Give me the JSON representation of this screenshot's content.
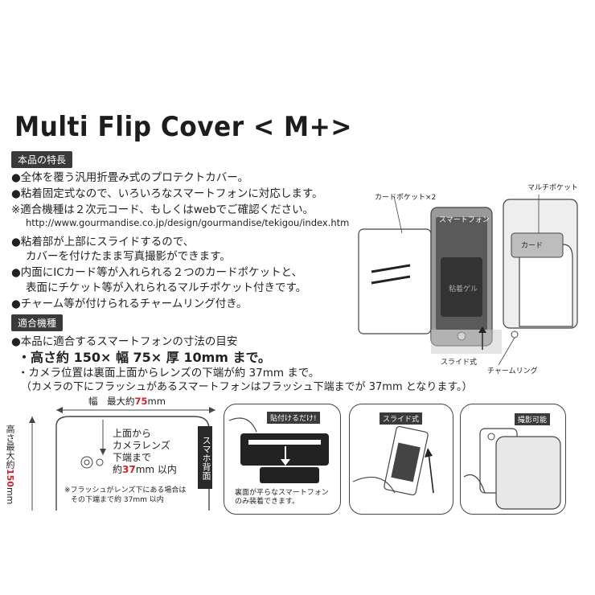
{
  "title": "Multi Flip Cover < M+>",
  "features": {
    "heading": "本品の特長",
    "items": [
      "●全体を覆う汎用折畳み式のプロテクトカバー。",
      "●粘着固定式なので、いろいろなスマートフォンに対応します。",
      "※適合機種は２次元コード、もしくはwebでご確認ください。",
      "http://www.gourmandise.co.jp/design/gourmandise/tekigou/index.htm",
      "●粘着部が上部にスライドするので、",
      "カバーを付けたまま写真撮影ができます。",
      "●内面にICカード等が入れられる２つのカードポケットと、",
      "表面にチケット等が入れられるマルチポケット付きです。",
      "●チャーム等が付けられるチャームリング付き。"
    ]
  },
  "compat": {
    "heading": "適合機種",
    "line1": "●本品に適合するスマートフォンの寸法の目安",
    "line2": "・高さ約 150× 幅 75× 厚 10mm まで。",
    "line3": "・カメラ位置は裏面上面からレンズの下端が約 37mm まで。",
    "line4": "（カメラの下にフラッシュがあるスマートフォンはフラッシュ下端までが 37mm となります。）"
  },
  "product_labels": {
    "card_pocket": "カードポケット×2",
    "multi_pocket": "マルチポケット",
    "smartphone": "スマートフォン",
    "card": "カード",
    "adhesive_gel": "粘着ゲル",
    "slide": "スライド式",
    "charm_ring": "チャームリング"
  },
  "dimensions": {
    "width_prefix": "幅　最大約",
    "width_value": "75",
    "width_unit": "mm",
    "height_prefix": "高さ最大約",
    "height_value": "150",
    "height_unit": "mm",
    "camera_l1": "上面から",
    "camera_l2": "カメラレンズ",
    "camera_l3": "下端まで",
    "camera_prefix": "約",
    "camera_value": "37",
    "camera_unit": "mm 以内",
    "back_label": "スマホ背面",
    "flash_note_1": "※フラッシュがレンズ下にある場合は",
    "flash_note_2": "その下端まで約 37mm 以内"
  },
  "steps": [
    {
      "label": "貼付けるだけ!",
      "caption_1": "裏面が平らなスマートフォン",
      "caption_2": "のみ装着できます。"
    },
    {
      "label": "スライド式"
    },
    {
      "label": "撮影可能"
    }
  ]
}
